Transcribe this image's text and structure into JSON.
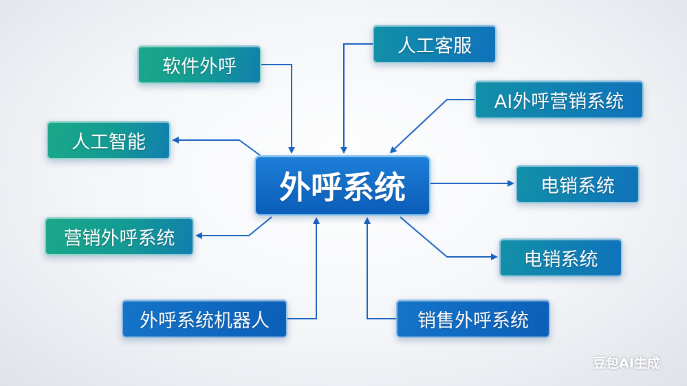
{
  "center": {
    "label": "外呼系统"
  },
  "nodes": {
    "software_call": "软件外呼",
    "human_service": "人工客服",
    "ai_marketing": "AI外呼营销系统",
    "ai": "人工智能",
    "telesales_1": "电销系统",
    "marketing_call": "营销外呼系统",
    "telesales_2": "电销系统",
    "robot": "外呼系统机器人",
    "sales_call": "销售外呼系统"
  },
  "watermark": "豆包AI生成",
  "colors": {
    "arrow": "#1a62c0",
    "green": "#1aa88a",
    "blue": "#0c5fb8"
  }
}
